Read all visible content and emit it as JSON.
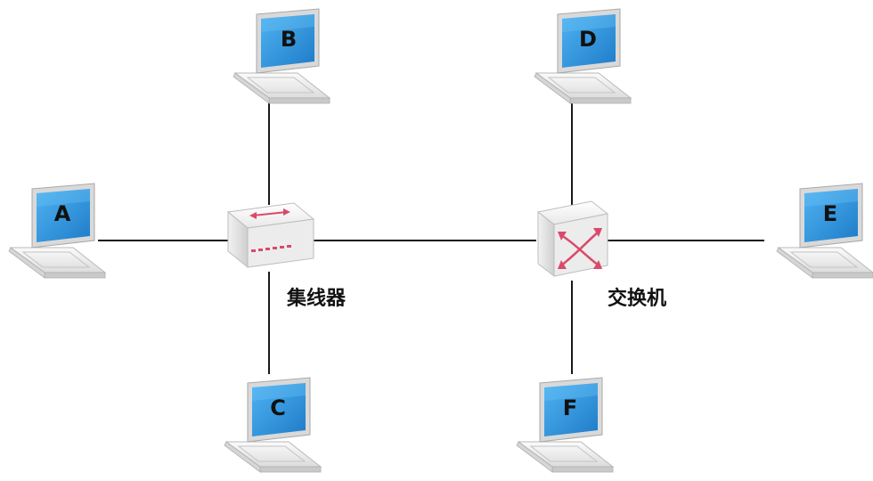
{
  "devices": {
    "hub": {
      "label": "集线器",
      "icon": "hub-icon"
    },
    "switch": {
      "label": "交换机",
      "icon": "switch-icon"
    }
  },
  "laptops": {
    "A": {
      "label": "A"
    },
    "B": {
      "label": "B"
    },
    "C": {
      "label": "C"
    },
    "D": {
      "label": "D"
    },
    "E": {
      "label": "E"
    },
    "F": {
      "label": "F"
    }
  },
  "colors": {
    "screen": "#2a8fd8",
    "screen_dark": "#1b6fb4",
    "arrow": "#d94a6a",
    "line": "#1a1a1a"
  }
}
